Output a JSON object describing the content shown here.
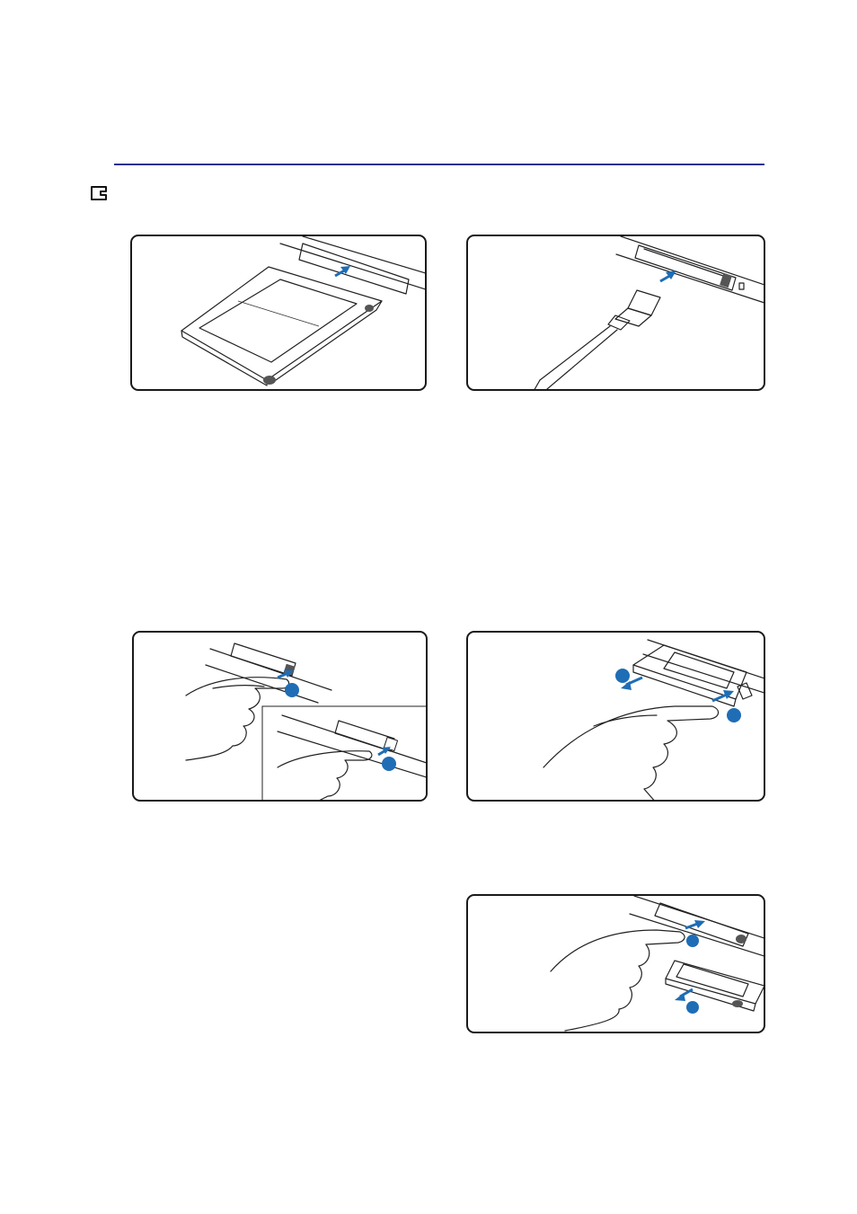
{
  "page": {
    "accent_color": "#2b2f8f",
    "figure_accent_color": "#1f6db5",
    "icon": "card-slot-icon"
  },
  "figures": [
    {
      "id": "pc-card-insert",
      "icon": "pc-card-insert-illustration"
    },
    {
      "id": "expresscard-cable-insert",
      "icon": "expresscard-cable-illustration"
    },
    {
      "id": "press-eject-button",
      "icon": "press-eject-button-illustration"
    },
    {
      "id": "push-card-release",
      "icon": "push-release-illustration"
    },
    {
      "id": "pull-card-out",
      "icon": "pull-card-out-illustration"
    }
  ]
}
